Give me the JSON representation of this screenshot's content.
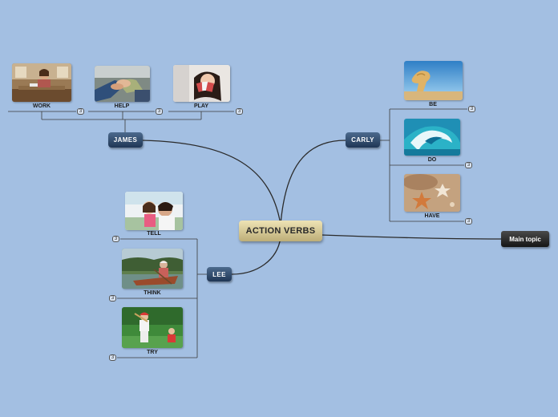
{
  "central_topic": "ACTION VERBS",
  "branches": [
    {
      "label": "JAMES",
      "children": [
        {
          "label": "WORK",
          "count": "3",
          "image_icon": "woman-working-desk-photo"
        },
        {
          "label": "HELP",
          "count": "3",
          "image_icon": "helping-hands-photo"
        },
        {
          "label": "PLAY",
          "count": "3",
          "image_icon": "girl-playing-cards-photo"
        }
      ]
    },
    {
      "label": "CARLY",
      "children": [
        {
          "label": "BE",
          "count": "3",
          "image_icon": "rock-formation-photo"
        },
        {
          "label": "DO",
          "count": "3",
          "image_icon": "ocean-wave-photo"
        },
        {
          "label": "HAVE",
          "count": "3",
          "image_icon": "starfish-sand-photo"
        }
      ]
    },
    {
      "label": "LEE",
      "children": [
        {
          "label": "TELL",
          "count": "3",
          "image_icon": "girl-whispering-photo"
        },
        {
          "label": "THINK",
          "count": "3",
          "image_icon": "man-canoe-photo"
        },
        {
          "label": "TRY",
          "count": "3",
          "image_icon": "boy-baseball-photo"
        }
      ]
    },
    {
      "label": "Main topic",
      "children": []
    }
  ],
  "colors": {
    "background": "#a3bfe2",
    "branch_node": "#2f4a6d",
    "central_node": "#d8cb94",
    "floating_node": "#2a2a2a",
    "connector": "#2b2b2b"
  }
}
